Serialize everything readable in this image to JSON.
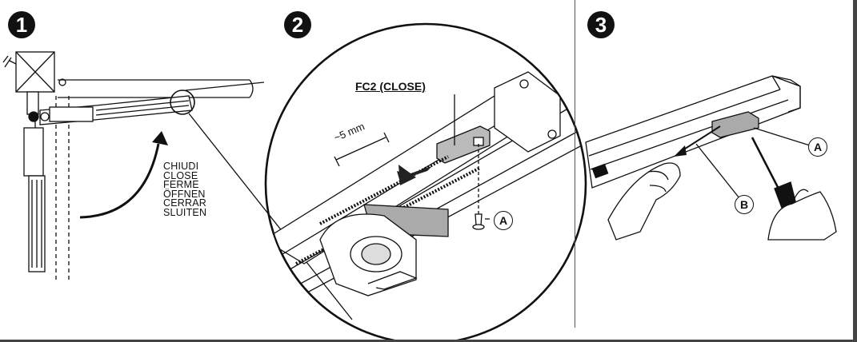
{
  "steps": {
    "one": "1",
    "two": "2",
    "three": "3"
  },
  "directions": [
    "CHIUDI",
    "CLOSE",
    "FERME",
    "ÖFFNEN",
    "CERRAR",
    "SLUITEN"
  ],
  "fc2_label": "FC2 (CLOSE)",
  "distance_label": "~5 mm",
  "callouts": {
    "a_panel2": "A",
    "a_panel3": "A",
    "b_panel3": "B"
  },
  "icons": [
    "arrow-icon",
    "screw-icon",
    "screwdriver-icon",
    "hand-icon",
    "magnifier-circle-icon"
  ]
}
